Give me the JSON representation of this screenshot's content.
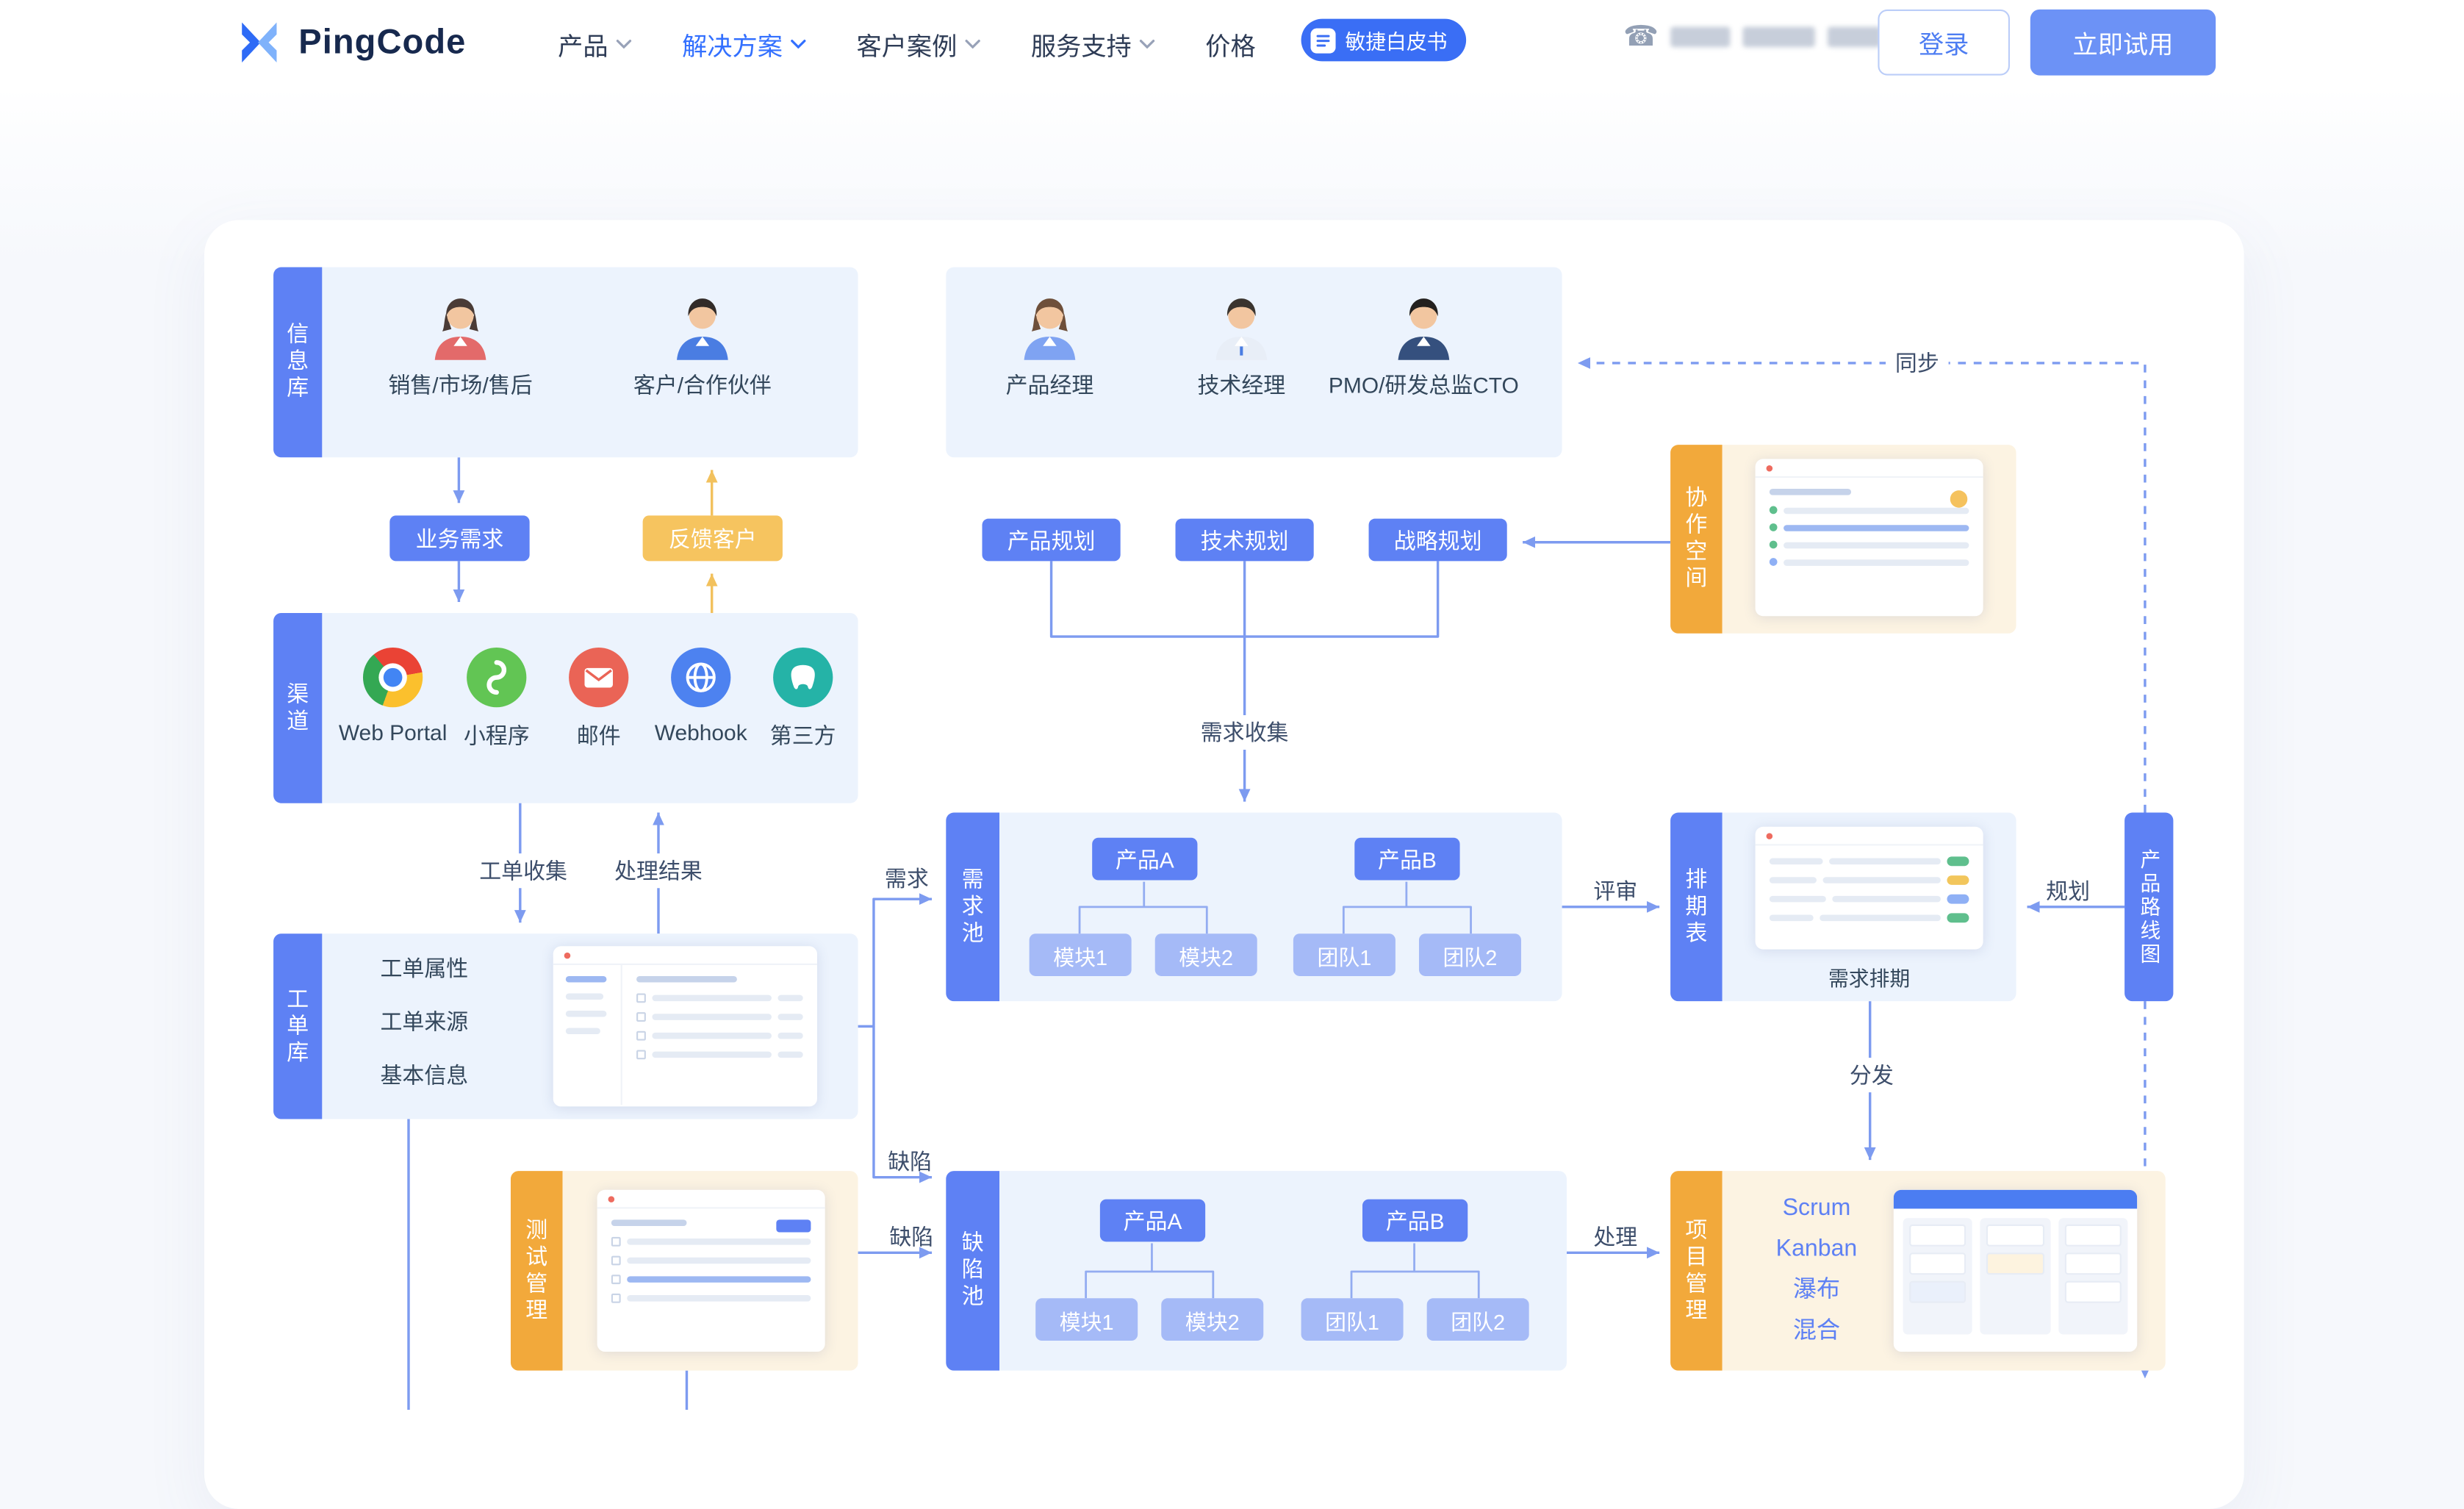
{
  "colors": {
    "primary_blue": "#5E81F4",
    "light_blue_box": "#ECF3FD",
    "accent_orange": "#F2A93B",
    "light_yellow_box": "#FCF3E2",
    "feedback_yellow": "#F6C45F",
    "nav_active_blue": "#3370FF",
    "badge_blue": "#3A6EF5"
  },
  "header": {
    "logo_text": "PingCode",
    "nav_items": [
      {
        "label": "产品"
      },
      {
        "label": "解决方案"
      },
      {
        "label": "客户案例"
      },
      {
        "label": "服务支持"
      },
      {
        "label": "价格"
      }
    ],
    "whitepaper_badge": "敏捷白皮书",
    "login_label": "登录",
    "trial_label": "立即试用"
  },
  "diagram": {
    "info_repo": {
      "tab": "信息库",
      "sales": "销售/市场/售后",
      "customer": "客户/合作伙伴"
    },
    "actions": {
      "biz_demand": "业务需求",
      "feedback": "反馈客户"
    },
    "channels": {
      "tab": "渠道",
      "items": [
        {
          "label": "Web Portal"
        },
        {
          "label": "小程序"
        },
        {
          "label": "邮件"
        },
        {
          "label": "Webhook"
        },
        {
          "label": "第三方"
        }
      ]
    },
    "ticket_repo": {
      "tab": "工单库",
      "items": [
        {
          "label": "工单属性"
        },
        {
          "label": "工单来源"
        },
        {
          "label": "基本信息"
        }
      ]
    },
    "managers": {
      "pm": "产品经理",
      "tech": "技术经理",
      "pmo": "PMO/研发总监CTO",
      "product_plan": "产品规划",
      "tech_plan": "技术规划",
      "strategy_plan": "战略规划"
    },
    "demand_pool": {
      "tab": "需求池",
      "product_a": "产品A",
      "product_b": "产品B",
      "module1": "模块1",
      "module2": "模块2",
      "team1": "团队1",
      "team2": "团队2"
    },
    "defect_pool": {
      "tab": "缺陷池",
      "product_a": "产品A",
      "product_b": "产品B",
      "module1": "模块1",
      "module2": "模块2",
      "team1": "团队1",
      "team2": "团队2"
    },
    "schedule": {
      "tab": "排期表",
      "caption": "需求排期"
    },
    "roadmap": {
      "tab": "产品路线图"
    },
    "collab": {
      "tab": "协作空间"
    },
    "project": {
      "tab": "项目管理",
      "methods": [
        {
          "label": "Scrum"
        },
        {
          "label": "Kanban"
        },
        {
          "label": "瀑布"
        },
        {
          "label": "混合"
        }
      ]
    },
    "test": {
      "tab": "测试管理"
    },
    "edges": {
      "collect": "工单收集",
      "result": "处理结果",
      "demand_collect": "需求收集",
      "review": "评审",
      "plan": "规划",
      "sync": "同步",
      "distribute": "分发",
      "handle": "处理",
      "demand": "需求",
      "defect_from_ticket": "缺陷",
      "defect_from_test": "缺陷"
    }
  }
}
